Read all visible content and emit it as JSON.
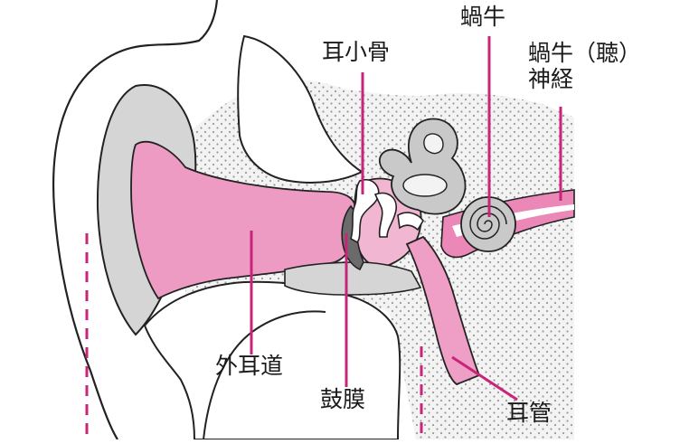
{
  "colors": {
    "pink": "#e9a8c9",
    "pink_dark": "#d9578f",
    "magenta": "#cf2a78",
    "bone": "#d8d8d8",
    "bone_dark": "#bdbdbd",
    "outline": "#222222",
    "background": "#ffffff"
  },
  "labels": {
    "ossicles": "耳小骨",
    "cochlea": "蝸牛",
    "cochlear_nerve_line1": "蝸牛（聴）",
    "cochlear_nerve_line2": "神経",
    "ear_canal": "外耳道",
    "eardrum": "鼓膜",
    "eustachian_tube": "耳管"
  }
}
